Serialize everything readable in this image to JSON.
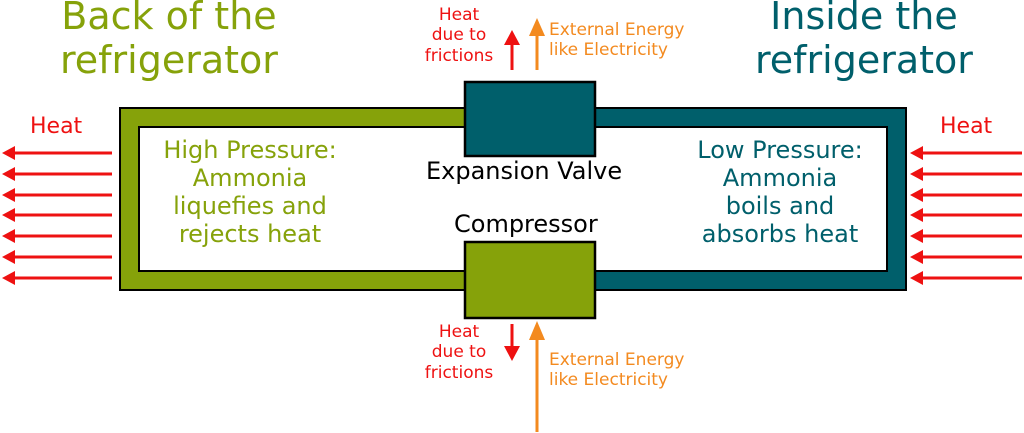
{
  "colors": {
    "green": "#86a20a",
    "teal": "#005f6b",
    "red": "#ee1111",
    "orange": "#f38a1f",
    "black": "#000000"
  },
  "titles": {
    "back": "Back of the\nrefrigerator",
    "inside": "Inside the\nrefrigerator"
  },
  "side_labels": {
    "left_heat": "Heat",
    "right_heat": "Heat"
  },
  "components": {
    "expansion_valve": "Expansion Valve",
    "compressor": "Compressor"
  },
  "pressure_labels": {
    "high": "High Pressure:\nAmmonia\nliquefies and\nrejects heat",
    "low": "Low Pressure:\nAmmonia\nboils and\nabsorbs heat"
  },
  "top_notes": {
    "heat_friction": "Heat\ndue to\nfrictions",
    "external_energy": "External Energy\nlike Electricity"
  },
  "bottom_notes": {
    "heat_friction": "Heat\ndue to\nfrictions",
    "external_energy": "External Energy\nlike Electricity"
  },
  "icons": {
    "arrow": "arrow-icon"
  }
}
